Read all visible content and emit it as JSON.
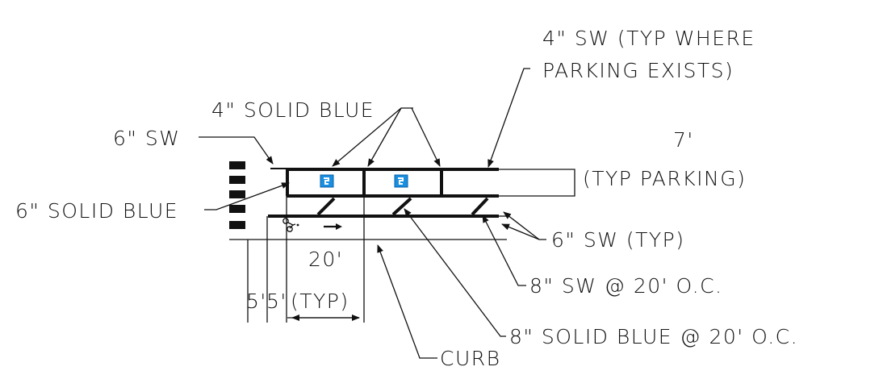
{
  "labels": {
    "sw4_typ_line1": "4\" SW (TYP WHERE",
    "sw4_typ_line2": "PARKING EXISTS)",
    "solid_blue_4": "4\" SOLID BLUE",
    "sw6": "6\" SW",
    "solid_blue_6": "6\" SOLID BLUE",
    "dim_7": "7'",
    "typ_parking": "(TYP PARKING)",
    "sw6_typ": "6\" SW (TYP)",
    "dim_20": "20'",
    "dim_5a": "5'",
    "dim_5b": "5'",
    "typ": "(TYP)",
    "sw8_oc": "8\" SW @ 20' O.C.",
    "solid_blue_8_oc": "8\" SOLID BLUE @ 20' O.C.",
    "curb": "CURB"
  },
  "colors": {
    "ink": "#111111",
    "accessible_symbol": "#1a8fe0"
  },
  "icons": {
    "accessible_symbol": "wheelchair-icon",
    "direction_arrow": "arrow-right-icon",
    "bicycle_marking": "bicycle-icon"
  }
}
